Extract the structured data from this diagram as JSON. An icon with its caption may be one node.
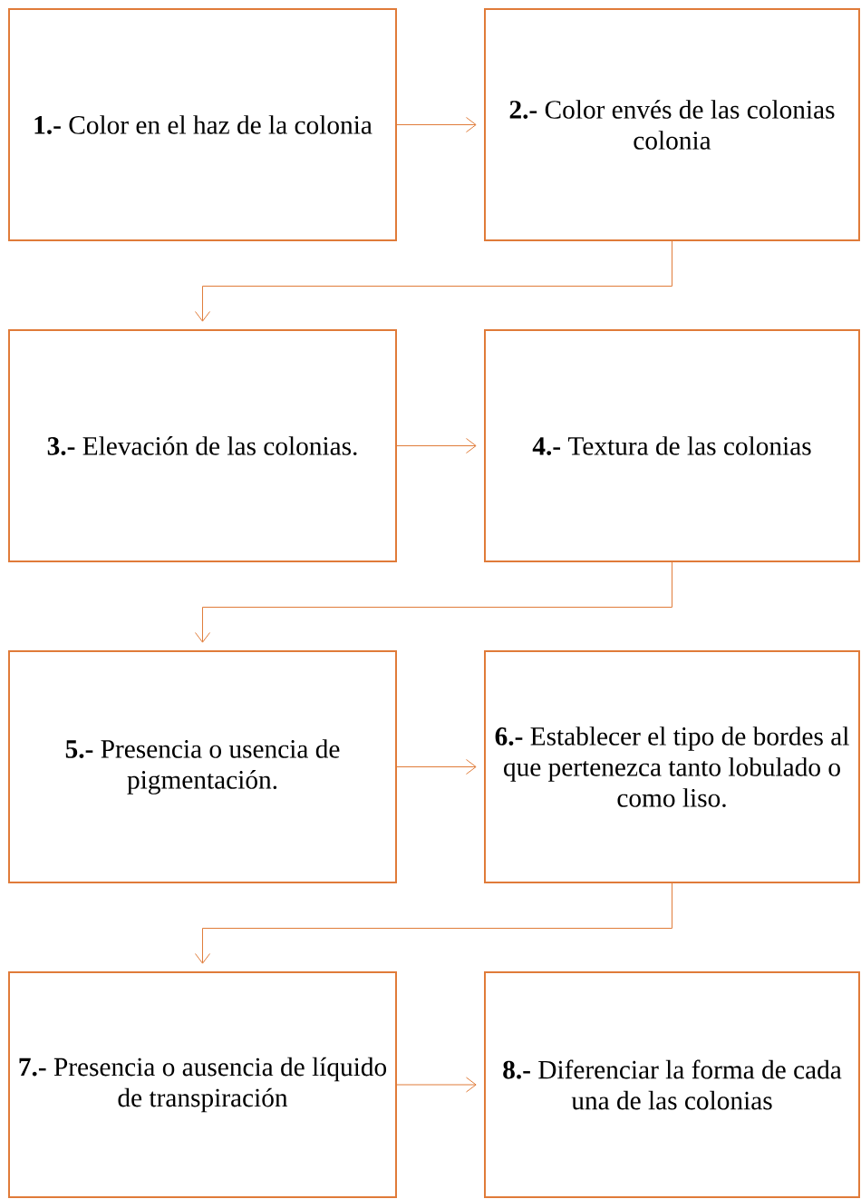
{
  "diagram": {
    "nodes": [
      {
        "text": [
          "**1.-** Color en el haz de la colonia"
        ]
      },
      {
        "text": [
          "**2.-** Color envés de las colonias colonia"
        ]
      },
      {
        "text": [
          "**3.-** Elevación de las colonias."
        ]
      },
      {
        "text": [
          "**4.-** Textura de las colonias"
        ]
      },
      {
        "text": [
          "**5.-** Presencia o usencia de pigmentación."
        ]
      },
      {
        "text": [
          "**6.-** Establecer el tipo de bordes al que pertenezca tanto lobulado o como liso."
        ]
      },
      {
        "text": [
          "**7.-** Presencia o ausencia de líquido de transpiración"
        ]
      },
      {
        "text": [
          "**8.-** Diferenciar la forma de cada una de las colonias"
        ]
      }
    ],
    "edges": [
      {
        "from": 0,
        "to": 1,
        "arrow": "to"
      },
      {
        "from": 1,
        "to": 2,
        "arrow": "to"
      },
      {
        "from": 2,
        "to": 3,
        "arrow": "to"
      },
      {
        "from": 3,
        "to": 4,
        "arrow": "to"
      },
      {
        "from": 4,
        "to": 5,
        "arrow": "to"
      },
      {
        "from": 5,
        "to": 6,
        "arrow": "to"
      },
      {
        "from": 6,
        "to": 7,
        "arrow": "to"
      }
    ]
  }
}
